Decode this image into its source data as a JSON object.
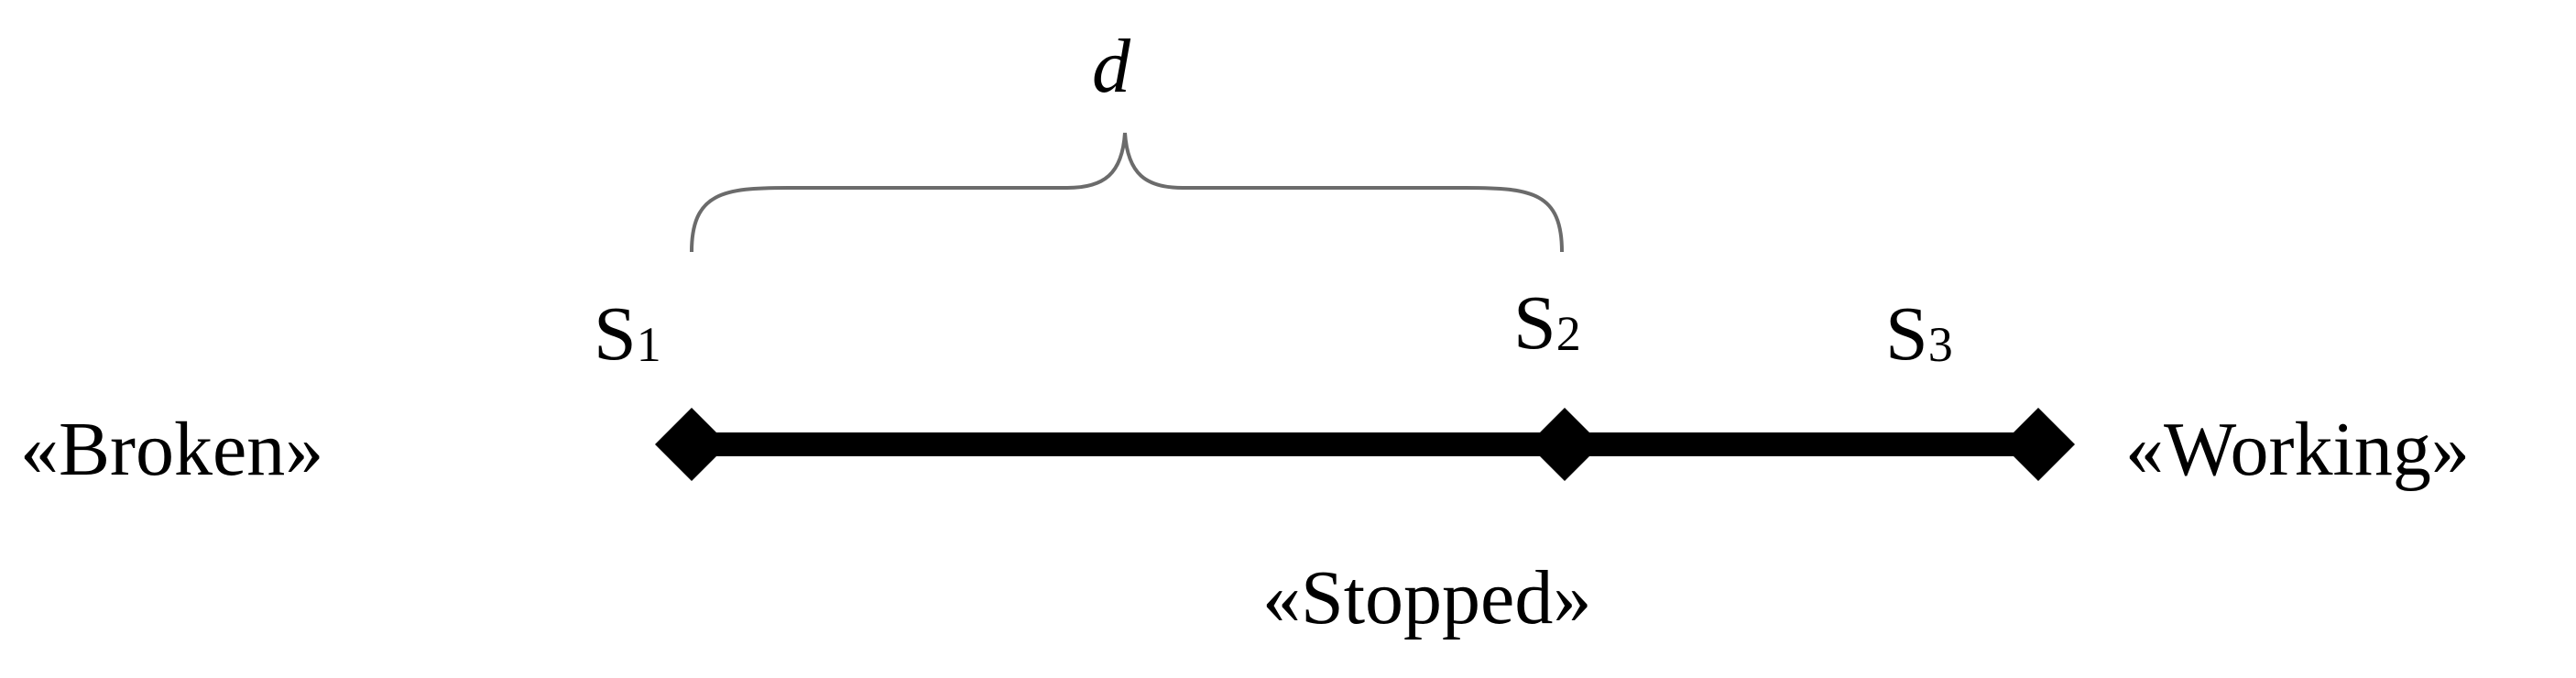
{
  "diagram": {
    "distance_label": "d",
    "points": [
      {
        "letter": "S",
        "subscript": "1"
      },
      {
        "letter": "S",
        "subscript": "2"
      },
      {
        "letter": "S",
        "subscript": "3"
      }
    ],
    "labels": {
      "left": "«Broken»",
      "right": "«Working»",
      "middle": "«Stopped»"
    },
    "colors": {
      "line": "#000000",
      "brace": "#6b6b6b",
      "text": "#000000"
    }
  }
}
